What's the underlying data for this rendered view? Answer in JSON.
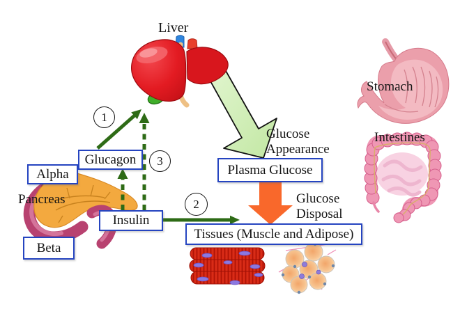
{
  "diagram": {
    "organ_labels": {
      "liver": "Liver",
      "stomach": "Stomach",
      "intestines": "Intestines",
      "pancreas": "Pancreas"
    },
    "boxed_labels": {
      "alpha": "Alpha",
      "beta": "Beta",
      "glucagon": "Glucagon",
      "insulin": "Insulin",
      "plasma_glucose": "Plasma Glucose",
      "tissues": "Tissues (Muscle and Adipose)"
    },
    "flow_labels": {
      "appearance_line1": "Glucose",
      "appearance_line2": "Appearance",
      "disposal_line1": "Glucose",
      "disposal_line2": "Disposal"
    },
    "step_numbers": {
      "step1": "1",
      "step2": "2",
      "step3": "3"
    },
    "colors": {
      "arrow_green": "#2e6b16",
      "big_arrow_fill": "#cdeab1",
      "arrow_orange": "#f9682b",
      "box_border_blue": "#2544c0"
    }
  }
}
